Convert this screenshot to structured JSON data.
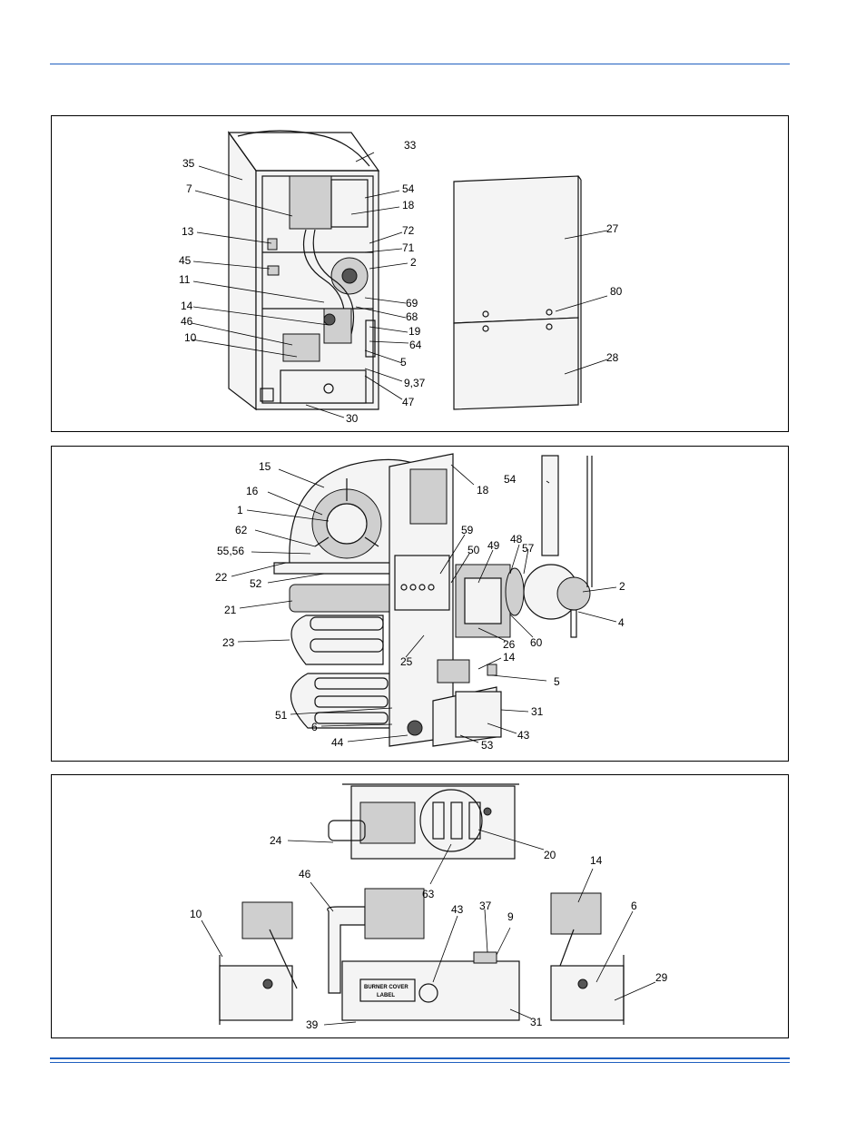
{
  "panel1": {
    "callouts": [
      "33",
      "35",
      "7",
      "54",
      "18",
      "13",
      "72",
      "71",
      "45",
      "2",
      "11",
      "69",
      "14",
      "68",
      "46",
      "19",
      "10",
      "64",
      "5",
      "9,37",
      "47",
      "30",
      "27",
      "80",
      "28"
    ]
  },
  "panel2": {
    "callouts": [
      "15",
      "18",
      "16",
      "54",
      "1",
      "62",
      "59",
      "48",
      "55,56",
      "50",
      "49",
      "57",
      "22",
      "52",
      "2",
      "21",
      "4",
      "60",
      "26",
      "23",
      "25",
      "14",
      "5",
      "51",
      "31",
      "6",
      "43",
      "44",
      "53"
    ]
  },
  "panel3": {
    "callouts": [
      "24",
      "20",
      "63",
      "14",
      "46",
      "37",
      "10",
      "43",
      "9",
      "6",
      "29",
      "39",
      "31"
    ],
    "label_line1": "BURNER COVER",
    "label_line2": "LABEL"
  }
}
